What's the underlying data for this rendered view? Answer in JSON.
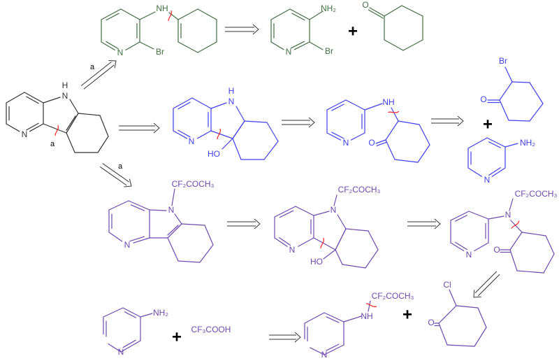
{
  "title": "Retrosynthetic analysis of tetrahydro-pyrido[3,2-b]indole",
  "colors": {
    "black": "#333333",
    "green": "#3f6f3f",
    "blue": "#4040f0",
    "purple": "#7048b0",
    "disconnection": "#ff2020"
  },
  "labels": {
    "route_a": "a",
    "plus": "+",
    "target": {
      "nh_h": "H",
      "nh_n": "N",
      "n": "N",
      "a": "a"
    },
    "route1": {
      "enamine": {
        "nh": "NH",
        "n": "N",
        "br": "Br"
      },
      "aminopyridine": {
        "nh2": "NH₂",
        "n": "N",
        "br": "Br"
      },
      "cyclohexanone": {
        "o": "O"
      }
    },
    "route2": {
      "hydroxy": {
        "h": "H",
        "n5": "N",
        "n": "N",
        "ho": "HO"
      },
      "aminoketone": {
        "nh": "NH",
        "n": "N",
        "o": "O"
      },
      "bromoketone": {
        "br": "Br",
        "o": "O"
      },
      "aminopyridine": {
        "nh2": "NH₂",
        "n": "N"
      }
    },
    "route3": {
      "protected": {
        "sub": "CF₂COCH₃",
        "n5": "N",
        "n": "N"
      },
      "hydroxy": {
        "sub": "CF₂COCH₃",
        "n5": "N",
        "n": "N",
        "ho": "HO"
      },
      "aminoketone": {
        "sub": "CF₂COCH₃",
        "n_amine": "N",
        "n": "N",
        "o": "O"
      },
      "chloroketone": {
        "cl": "Cl",
        "o": "O"
      },
      "amide": {
        "sub": "CF₂COCH₃",
        "nh": "NH",
        "n": "N"
      },
      "aminopyridine": {
        "nh2": "NH₂",
        "n": "N"
      },
      "acid": "CF₃COOH"
    }
  }
}
